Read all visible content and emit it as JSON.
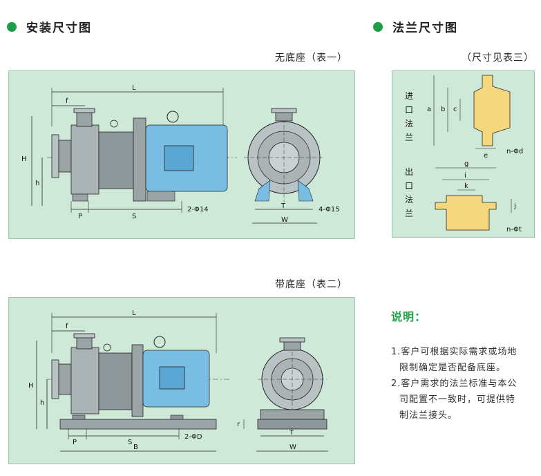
{
  "headings": {
    "install": "安装尺寸图",
    "flange": "法兰尺寸图"
  },
  "captions": {
    "no_base": "无底座（表一）",
    "see_table3": "（尺寸见表三）",
    "with_base": "带底座（表二）"
  },
  "dims_top": {
    "L": "L",
    "f": "f",
    "H": "H",
    "h": "h",
    "P": "P",
    "S": "S",
    "bolt": "2-Φ14",
    "T": "T",
    "W": "W",
    "feet": "4-Φ15"
  },
  "dims_bottom": {
    "L": "L",
    "f": "f",
    "H": "H",
    "h": "h",
    "P": "P",
    "S": "S",
    "B": "B",
    "bolt": "2-ΦD",
    "T": "T",
    "W": "W",
    "r": "r"
  },
  "flange": {
    "inlet_label": [
      "进",
      "口",
      "法",
      "兰"
    ],
    "outlet_label": [
      "出",
      "口",
      "法",
      "兰"
    ],
    "a": "a",
    "b": "b",
    "c": "c",
    "e": "e",
    "nd": "n-Φd",
    "g": "g",
    "i": "i",
    "k": "k",
    "j": "j",
    "nt": "n-Φt"
  },
  "notes": {
    "title": "说明：",
    "item1_line1": "1.客户可根据实际需求或场地",
    "item1_line2": "限制确定是否配备底座。",
    "item2_line1": "2.客户需求的法兰标准与本公",
    "item2_line2": "司配置不一致时，可提供特",
    "item2_line3": "制法兰接头。"
  },
  "colors": {
    "panel_bg": "#cfe9d8",
    "motor": "#79bde3",
    "pump_gray": "#9aa4a6",
    "flange_yellow": "#f5d77d",
    "bullet": "#1f9e48"
  }
}
